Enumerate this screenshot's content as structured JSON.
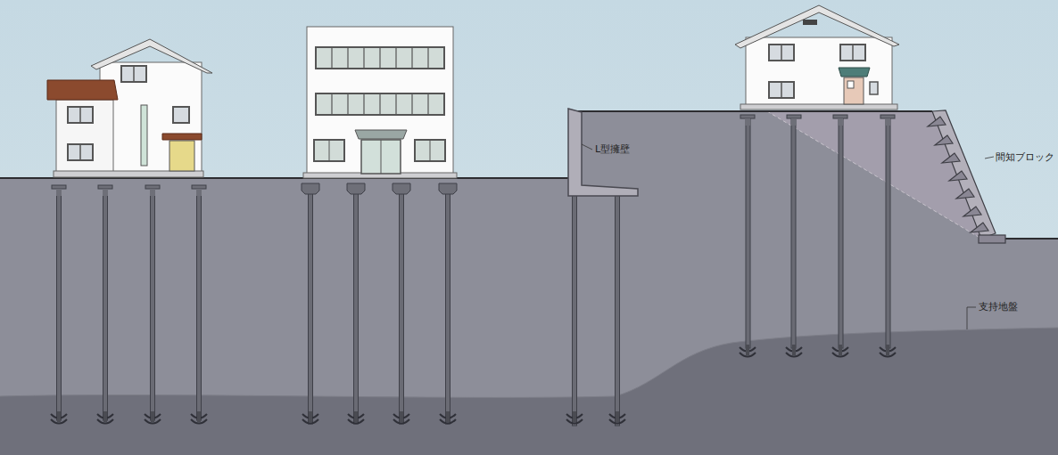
{
  "diagram": {
    "labels": [
      "L型擁壁",
      "間知ブロック",
      "支持地盤"
    ]
  }
}
